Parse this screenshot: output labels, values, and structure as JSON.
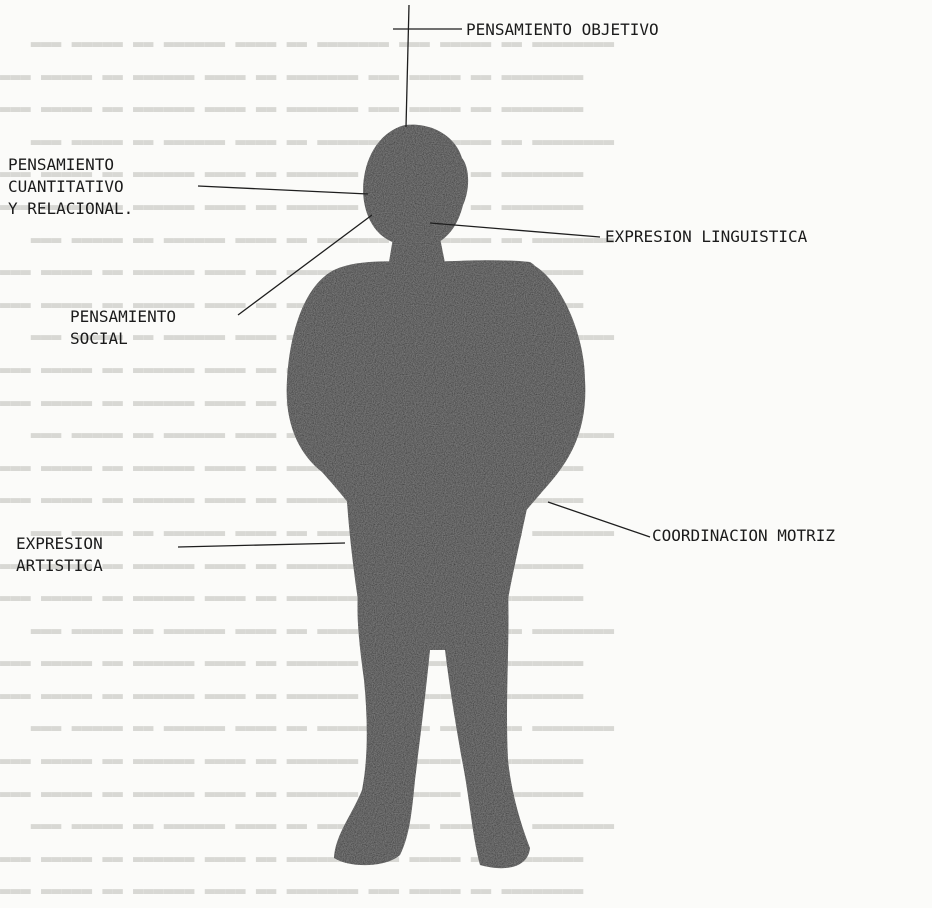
{
  "labels": {
    "pensamiento_objetivo": "PENSAMIENTO OBJETIVO",
    "pensamiento_cuantitativo": [
      "PENSAMIENTO",
      "CUANTITATIVO",
      "Y RELACIONAL."
    ],
    "expresion_linguistica": "EXPRESION LINGUISTICA",
    "pensamiento_social": [
      "PENSAMIENTO",
      "SOCIAL"
    ],
    "coordinacion_motriz": "COORDINACION MOTRIZ",
    "expresion_artistica": [
      "EXPRESION",
      "ARTISTICA"
    ]
  },
  "colors": {
    "figure": "#2a2a2a",
    "line": "#1e1e1e",
    "text": "#1b1b1b"
  }
}
